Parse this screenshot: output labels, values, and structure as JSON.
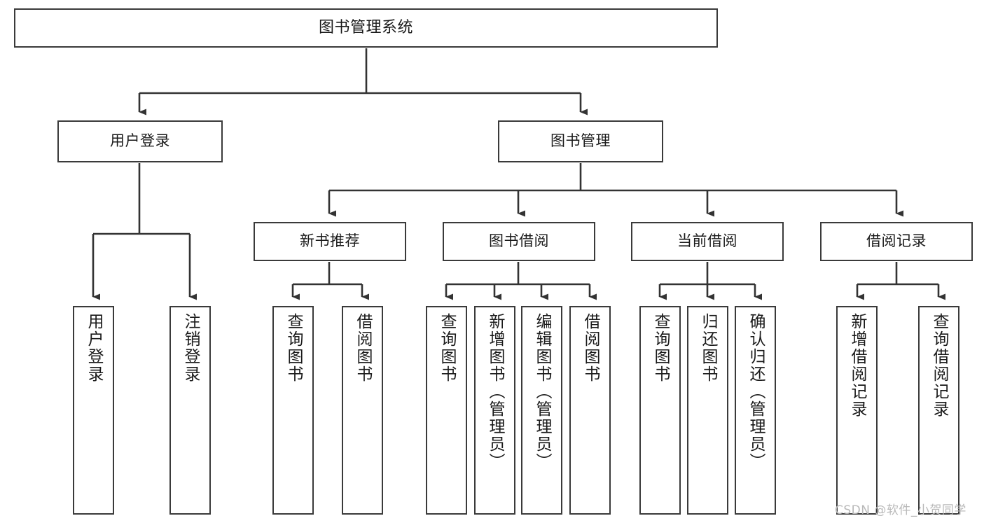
{
  "diagram": {
    "title": "图书管理系统",
    "type": "tree-hierarchy",
    "watermark": "CSDN @软件_小贺同学",
    "colors": {
      "background": "#ffffff",
      "node_border": "#3a3a3a",
      "node_fill": "#ffffff",
      "connector": "#333333",
      "text": "#1a1a1a",
      "watermark": "#b9b9b9"
    },
    "nodes": {
      "root": {
        "label": "图书管理系统"
      },
      "level1": [
        {
          "label": "用户登录"
        },
        {
          "label": "图书管理"
        }
      ],
      "level2": [
        {
          "label": "新书推荐"
        },
        {
          "label": "图书借阅"
        },
        {
          "label": "当前借阅"
        },
        {
          "label": "借阅记录"
        }
      ],
      "leaves": {
        "user_login": [
          {
            "label": "用户登录"
          },
          {
            "label": "注销登录"
          }
        ],
        "new_book_recommend": [
          {
            "label": "查询图书"
          },
          {
            "label": "借阅图书"
          }
        ],
        "book_borrow": [
          {
            "label": "查询图书"
          },
          {
            "label": "新增图书（管理员）"
          },
          {
            "label": "编辑图书（管理员）"
          },
          {
            "label": "借阅图书"
          }
        ],
        "current_borrow": [
          {
            "label": "查询图书"
          },
          {
            "label": "归还图书"
          },
          {
            "label": "确认归还（管理员）"
          }
        ],
        "borrow_record": [
          {
            "label": "新增借阅记录"
          },
          {
            "label": "查询借阅记录"
          }
        ]
      }
    }
  }
}
